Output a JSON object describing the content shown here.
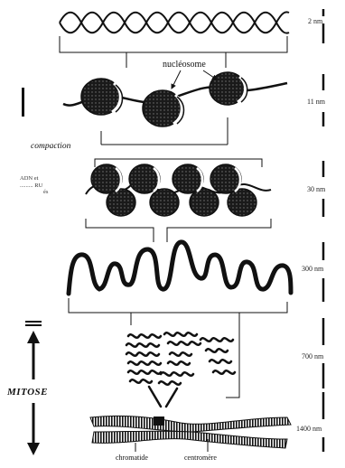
{
  "labels": {
    "nucleosome": "nucléosome",
    "compaction": "compaction",
    "fragment_line1": "ADN et",
    "fragment_line2": "......... RU",
    "fragment_line3": "és",
    "mitose": "MITOSE",
    "chromatide": "chromatide",
    "centromere": "centromère"
  },
  "scale": [
    "2 nm",
    "11 nm",
    "30 nm",
    "300 nm",
    "700 nm",
    "1400 nm"
  ],
  "icons": {
    "mitose_arrow": "double-headed-vertical-arrow",
    "nucleosome_pointer": "arrow-icon"
  },
  "colors": {
    "ink": "#111111",
    "nucleosome_fill": "#2b2b2b",
    "background": "#ffffff"
  }
}
